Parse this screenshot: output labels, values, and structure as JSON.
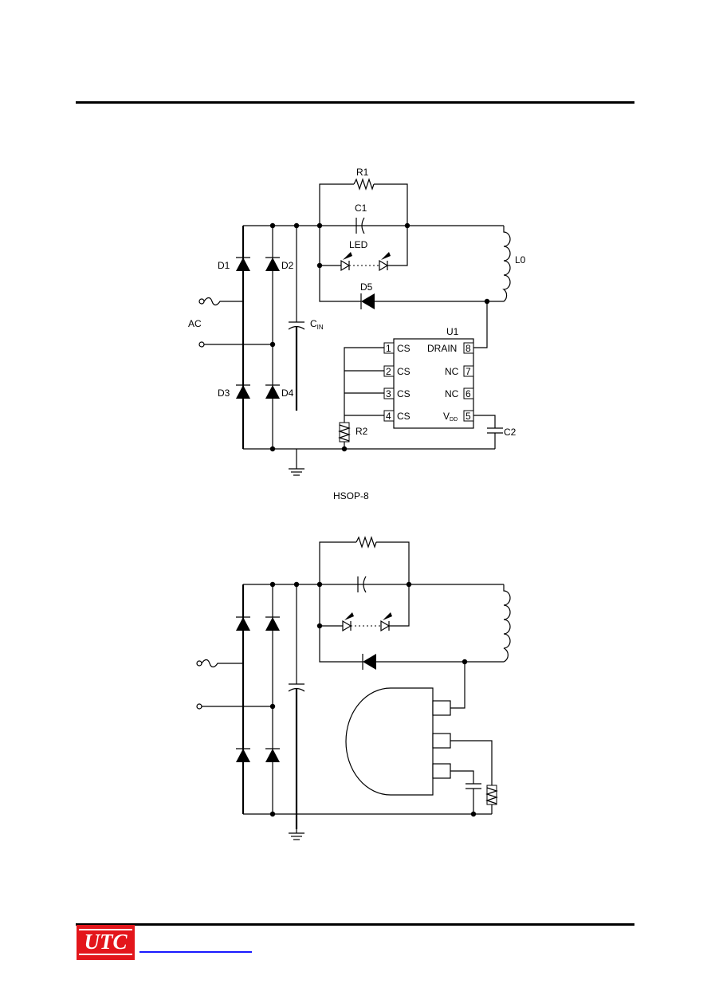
{
  "diagram1": {
    "labels": {
      "r1": "R1",
      "c1": "C1",
      "led": "LED",
      "l0": "L0",
      "d1": "D1",
      "d2": "D2",
      "d3": "D3",
      "d4": "D4",
      "d5": "D5",
      "ac": "AC",
      "cin_main": "C",
      "cin_sub": "IN",
      "u1": "U1",
      "r2": "R2",
      "c2": "C2"
    },
    "ic": {
      "pins": [
        {
          "num": "1",
          "name": "CS"
        },
        {
          "num": "2",
          "name": "CS"
        },
        {
          "num": "3",
          "name": "CS"
        },
        {
          "num": "4",
          "name": "CS"
        },
        {
          "num": "8",
          "name": "DRAIN"
        },
        {
          "num": "7",
          "name": "NC"
        },
        {
          "num": "6",
          "name": "NC"
        },
        {
          "num": "5",
          "name_main": "V",
          "name_sub": "DD"
        }
      ]
    },
    "caption": "HSOP-8"
  },
  "footer": {
    "logo_text": "UTC",
    "logo_color": "#e3161b",
    "link_color": "#1a1aff"
  }
}
